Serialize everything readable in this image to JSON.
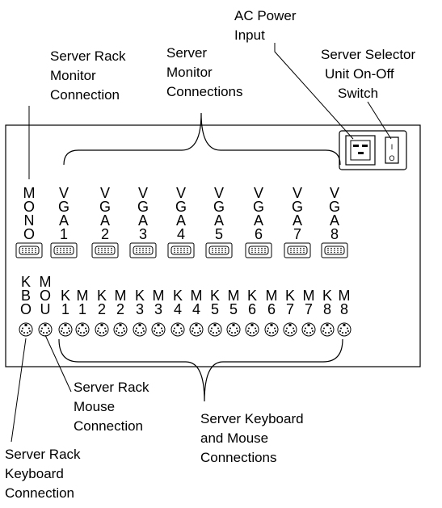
{
  "callouts": {
    "ac_power": [
      "AC Power",
      "Input"
    ],
    "selector_switch": [
      "Server Selector",
      "Unit On-Off",
      "Switch"
    ],
    "rack_monitor": [
      "Server Rack",
      "Monitor",
      "Connection"
    ],
    "server_monitors": [
      "Server",
      "Monitor",
      "Connections"
    ],
    "rack_mouse": [
      "Server Rack",
      "Mouse",
      "Connection"
    ],
    "kbd_mouse": [
      "Server Keyboard",
      "and Mouse",
      "Connections"
    ],
    "rack_keyboard": [
      "Server Rack",
      "Keyboard",
      "Connection"
    ]
  },
  "video_ports": [
    {
      "label": [
        "M",
        "O",
        "N",
        "O"
      ]
    },
    {
      "label": [
        "V",
        "G",
        "A",
        "1"
      ]
    },
    {
      "label": [
        "V",
        "G",
        "A",
        "2"
      ]
    },
    {
      "label": [
        "V",
        "G",
        "A",
        "3"
      ]
    },
    {
      "label": [
        "V",
        "G",
        "A",
        "4"
      ]
    },
    {
      "label": [
        "V",
        "G",
        "A",
        "5"
      ]
    },
    {
      "label": [
        "V",
        "G",
        "A",
        "6"
      ]
    },
    {
      "label": [
        "V",
        "G",
        "A",
        "7"
      ]
    },
    {
      "label": [
        "V",
        "G",
        "A",
        "8"
      ]
    }
  ],
  "ps2_ports": [
    {
      "label": [
        "K",
        "B",
        "O"
      ]
    },
    {
      "label": [
        "M",
        "O",
        "U"
      ]
    },
    {
      "label": [
        "K",
        "1"
      ]
    },
    {
      "label": [
        "M",
        "1"
      ]
    },
    {
      "label": [
        "K",
        "2"
      ]
    },
    {
      "label": [
        "M",
        "2"
      ]
    },
    {
      "label": [
        "K",
        "3"
      ]
    },
    {
      "label": [
        "M",
        "3"
      ]
    },
    {
      "label": [
        "K",
        "4"
      ]
    },
    {
      "label": [
        "M",
        "4"
      ]
    },
    {
      "label": [
        "K",
        "5"
      ]
    },
    {
      "label": [
        "M",
        "5"
      ]
    },
    {
      "label": [
        "K",
        "6"
      ]
    },
    {
      "label": [
        "M",
        "6"
      ]
    },
    {
      "label": [
        "K",
        "7"
      ]
    },
    {
      "label": [
        "M",
        "7"
      ]
    },
    {
      "label": [
        "K",
        "8"
      ]
    },
    {
      "label": [
        "M",
        "8"
      ]
    }
  ],
  "switch_marks": {
    "on": "I",
    "off": "O"
  }
}
